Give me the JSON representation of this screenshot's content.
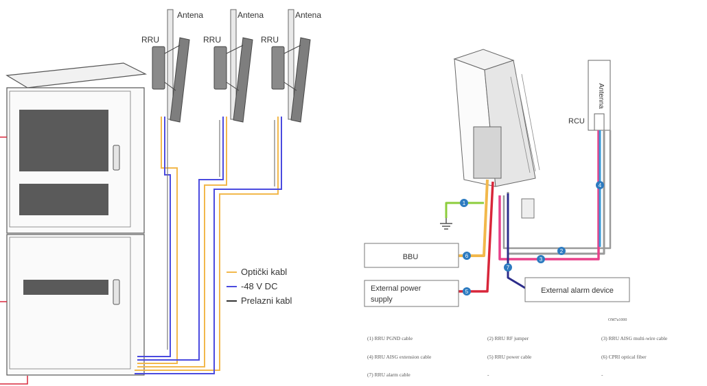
{
  "left": {
    "antenna_labels": [
      "Antena",
      "Antena",
      "Antena"
    ],
    "rru_labels": [
      "RRU",
      "RRU",
      "RRU"
    ],
    "legend": [
      {
        "label": "Optički kabl",
        "color": "#f2b84b"
      },
      {
        "label": "-48 V DC",
        "color": "#4a4adf"
      },
      {
        "label": "Prelazni kabl",
        "color": "#333333"
      }
    ]
  },
  "right": {
    "antenna_label": "Antenna",
    "rcu_label": "RCU",
    "bbu_label": "BBU",
    "ext_power_line1": "External power",
    "ext_power_line2": "supply",
    "ext_alarm_label": "External alarm device",
    "markers": [
      "1",
      "2",
      "3",
      "4",
      "5",
      "6",
      "7"
    ],
    "small_code": "OM7a1000",
    "captions": [
      "(1) RRU PGND cable",
      "(2) RRU RF jumper",
      "(3) RRU AISG multi-wire cable",
      "(4) RRU AISG extension cable",
      "(5) RRU power cable",
      "(6) CPRI optical fiber",
      "(7) RRU alarm cable",
      "-",
      "-"
    ]
  },
  "colors": {
    "optical": "#f2b84b",
    "dc": "#4a4adf",
    "transition": "#333333",
    "green": "#8ccd3c",
    "pink": "#e8418a",
    "blue": "#3a9ad8",
    "grey": "#9a9a9a",
    "red": "#d8263a",
    "navy": "#2c2c8a",
    "marker": "#2d7bc0"
  }
}
